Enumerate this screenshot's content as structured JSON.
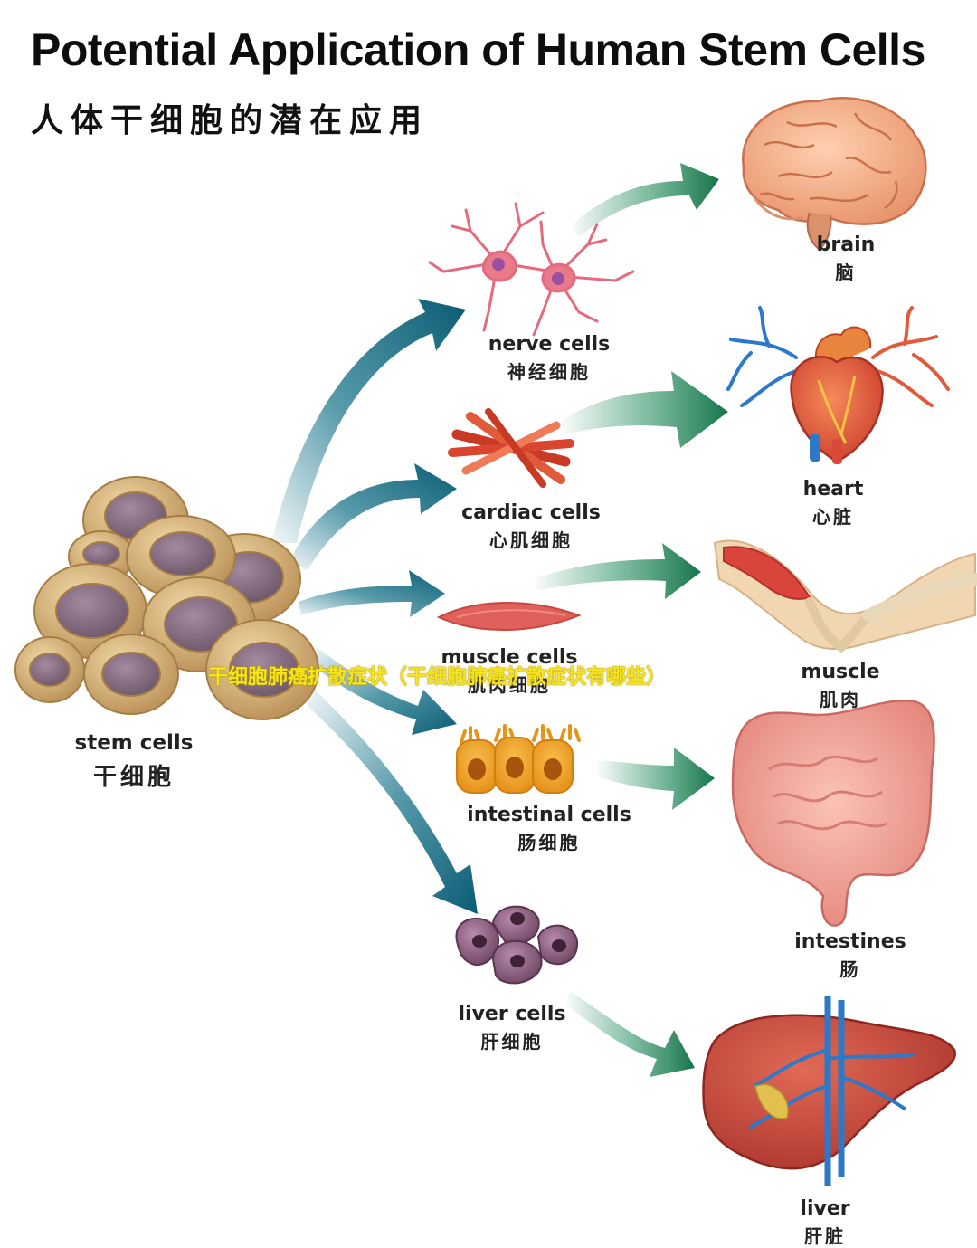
{
  "title": {
    "en": "Potential Application of Human Stem Cells",
    "zh": "人体干细胞的潜在应用"
  },
  "source": {
    "en": "stem cells",
    "zh": "干细胞"
  },
  "cells": [
    {
      "en": "nerve cells",
      "zh": "神经细胞"
    },
    {
      "en": "cardiac cells",
      "zh": "心肌细胞"
    },
    {
      "en": "muscle cells",
      "zh": "肌肉细胞"
    },
    {
      "en": "intestinal cells",
      "zh": "肠细胞"
    },
    {
      "en": "liver cells",
      "zh": "肝细胞"
    }
  ],
  "organs": [
    {
      "en": "brain",
      "zh": "脑"
    },
    {
      "en": "heart",
      "zh": "心脏"
    },
    {
      "en": "muscle",
      "zh": "肌肉"
    },
    {
      "en": "intestines",
      "zh": "肠"
    },
    {
      "en": "liver",
      "zh": "肝脏"
    }
  ],
  "watermark": "干细胞肺癌扩散症状（干细胞肺癌扩散症状有哪些）",
  "colors": {
    "arrow_teal": "#0f6f86",
    "arrow_green": "#1f8a5a",
    "stem_shell": "#c9a46a",
    "stem_nucleus": "#8a6f86",
    "nerve": "#e46b7e",
    "cardiac": "#d9452f",
    "muscle_cell": "#e0605a",
    "intestinal": "#f2a323",
    "liver_cell": "#8b5a7c",
    "brain": "#f0a680",
    "heart": "#e2573b",
    "intestine": "#ef9189",
    "liver": "#c9473a",
    "vessel_blue": "#2c79c9",
    "watermark": "#f5e51a"
  }
}
